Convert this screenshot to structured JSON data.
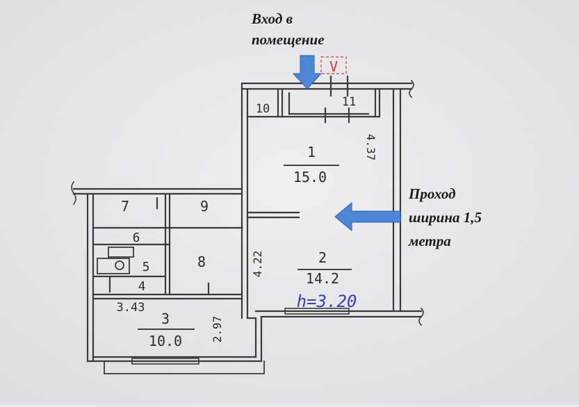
{
  "annotations": {
    "entrance": {
      "line1": "Вход в",
      "line2": "помещение"
    },
    "passage": {
      "line1": "Проход",
      "line2": "ширина 1,5",
      "line3": "метра"
    },
    "check_mark": "V",
    "ceiling_height": "h=3.20"
  },
  "rooms": [
    {
      "number": "1",
      "area": "15.0"
    },
    {
      "number": "2",
      "area": "14.2"
    },
    {
      "number": "3",
      "area": "10.0"
    },
    {
      "number": "4",
      "area": ""
    },
    {
      "number": "5",
      "area": ""
    },
    {
      "number": "6",
      "area": ""
    },
    {
      "number": "7",
      "area": ""
    },
    {
      "number": "8",
      "area": ""
    },
    {
      "number": "9",
      "area": ""
    },
    {
      "number": "10",
      "area": ""
    },
    {
      "number": "11",
      "area": ""
    }
  ],
  "dimensions": {
    "room1_side": "4.37",
    "room2_side": "4.22",
    "room3_top": "3.43",
    "room3_side": "2.97"
  },
  "colors": {
    "arrow_blue": "#4f86d6",
    "ink": "#3a3a3a",
    "pen_blue": "#3b3fb0",
    "mark_red": "#d23a3a"
  }
}
